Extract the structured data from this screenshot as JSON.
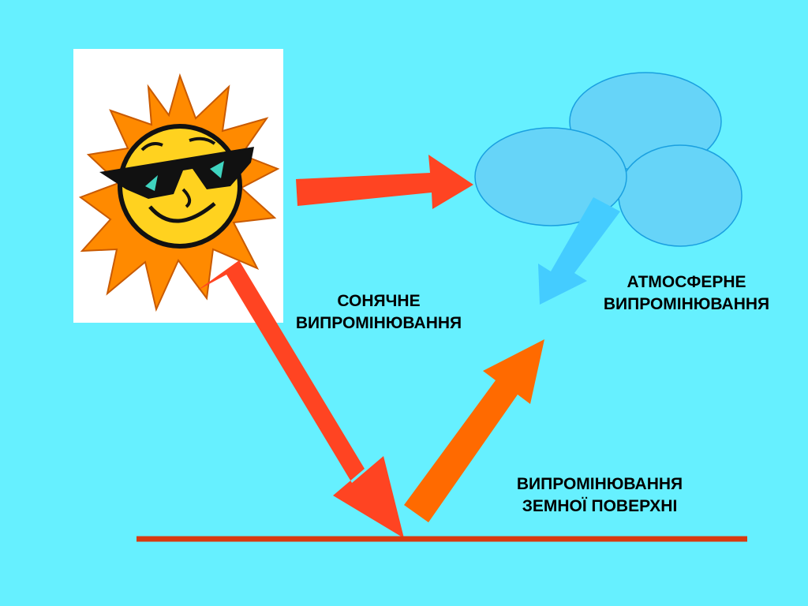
{
  "slide": {
    "background_color": "#66F0FF",
    "labels": {
      "solar": {
        "line1": "СОНЯЧНЕ",
        "line2": "ВИПРОМІНЮВАННЯ"
      },
      "atmospheric": {
        "line1": "АТМОСФЕРНЕ",
        "line2": "ВИПРОМІНЮВАННЯ"
      },
      "earth": {
        "line1": "ВИПРОМІНЮВАННЯ",
        "line2": "ЗЕМНОЇ ПОВЕРХНІ"
      }
    },
    "colors": {
      "solar_arrow": "#FF4422",
      "earth_arrow": "#FF6A00",
      "atmo_arrow": "#44CCFF",
      "cloud_fill": "#66D4F8",
      "cloud_stroke": "#1AA0E0",
      "ground_line": "#D83A10",
      "sun_rays": "#FF8A00",
      "sun_face": "#FFD21F",
      "sunglasses": "#111111",
      "lens_highlight": "#3FD4C0"
    },
    "icons": [
      "sun-with-sunglasses-icon",
      "cloud-icon"
    ]
  }
}
